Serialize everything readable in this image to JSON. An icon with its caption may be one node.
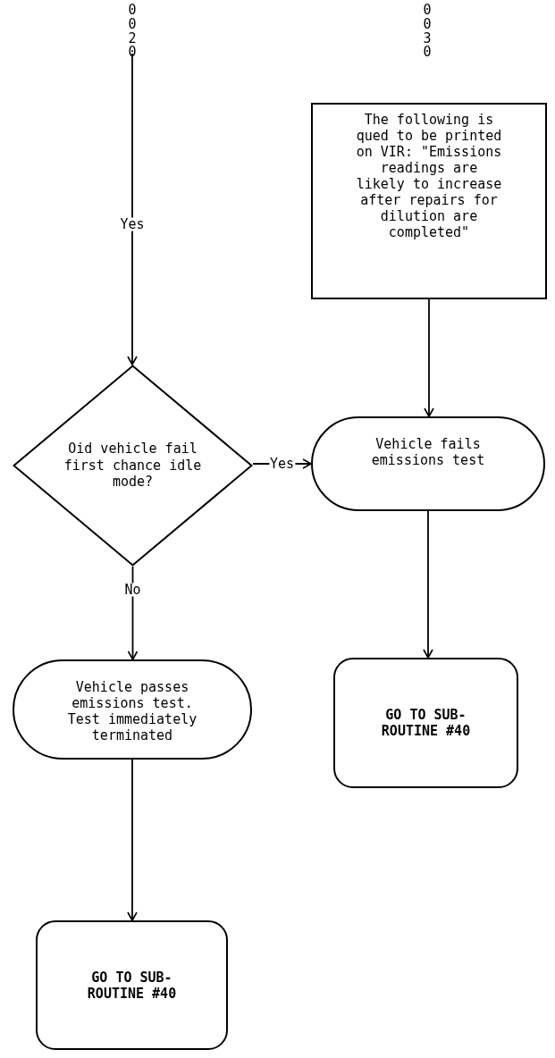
{
  "diagram": {
    "nodes": [
      {
        "text": [
          "0020"
        ]
      },
      {
        "text": [
          "0030"
        ]
      },
      {
        "text": [
          "The following is qued to be printed on VIR: \"Emissions readings are likely to increase after repairs for dilution are completed\""
        ]
      },
      {
        "text": [
          "Oid vehicle fail first chance idle mode?"
        ]
      },
      {
        "text": [
          "Vehicle fails emissions test"
        ]
      },
      {
        "text": [
          "Vehicle passes emissions test. Test immediately terminated"
        ]
      },
      {
        "text": [
          "GO TO SUB-ROUTINE #40"
        ]
      },
      {
        "text": [
          "GO TO SUB-ROUTINE #40"
        ]
      }
    ],
    "edges": [
      {
        "from": 0,
        "to": 3,
        "arrow": "to",
        "label": "Yes"
      },
      {
        "from": 2,
        "to": 4,
        "arrow": "to"
      },
      {
        "from": 3,
        "to": 4,
        "arrow": "to",
        "label": "Yes"
      },
      {
        "from": 3,
        "to": 5,
        "arrow": "to",
        "label": "No"
      },
      {
        "from": 4,
        "to": 6,
        "arrow": "to"
      },
      {
        "from": 5,
        "to": 7,
        "arrow": "to"
      }
    ]
  }
}
